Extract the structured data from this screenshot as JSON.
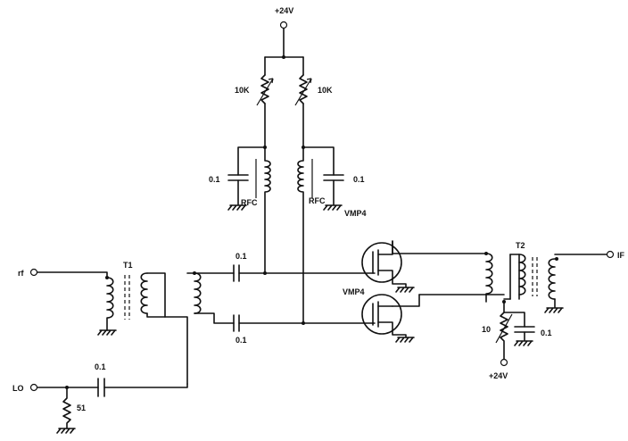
{
  "labels": {
    "supply_top": "+24V",
    "pot_left": "10K",
    "pot_right": "10K",
    "cap_left_bias": "0.1",
    "cap_right_bias": "0.1",
    "rfc_left": "RFC",
    "rfc_right": "RFC",
    "fet_top": "VMP4",
    "fet_mid": "VMP4",
    "t1": "T1",
    "t2": "T2",
    "cap_top_coupling": "0.1",
    "cap_bottom_coupling": "0.1",
    "rf_in": "rf",
    "lo_in": "LO",
    "lo_cap": "0.1",
    "lo_res": "51",
    "if_out": "IF",
    "src_res": "10",
    "src_cap": "0.1",
    "supply_bottom": "+24V"
  }
}
